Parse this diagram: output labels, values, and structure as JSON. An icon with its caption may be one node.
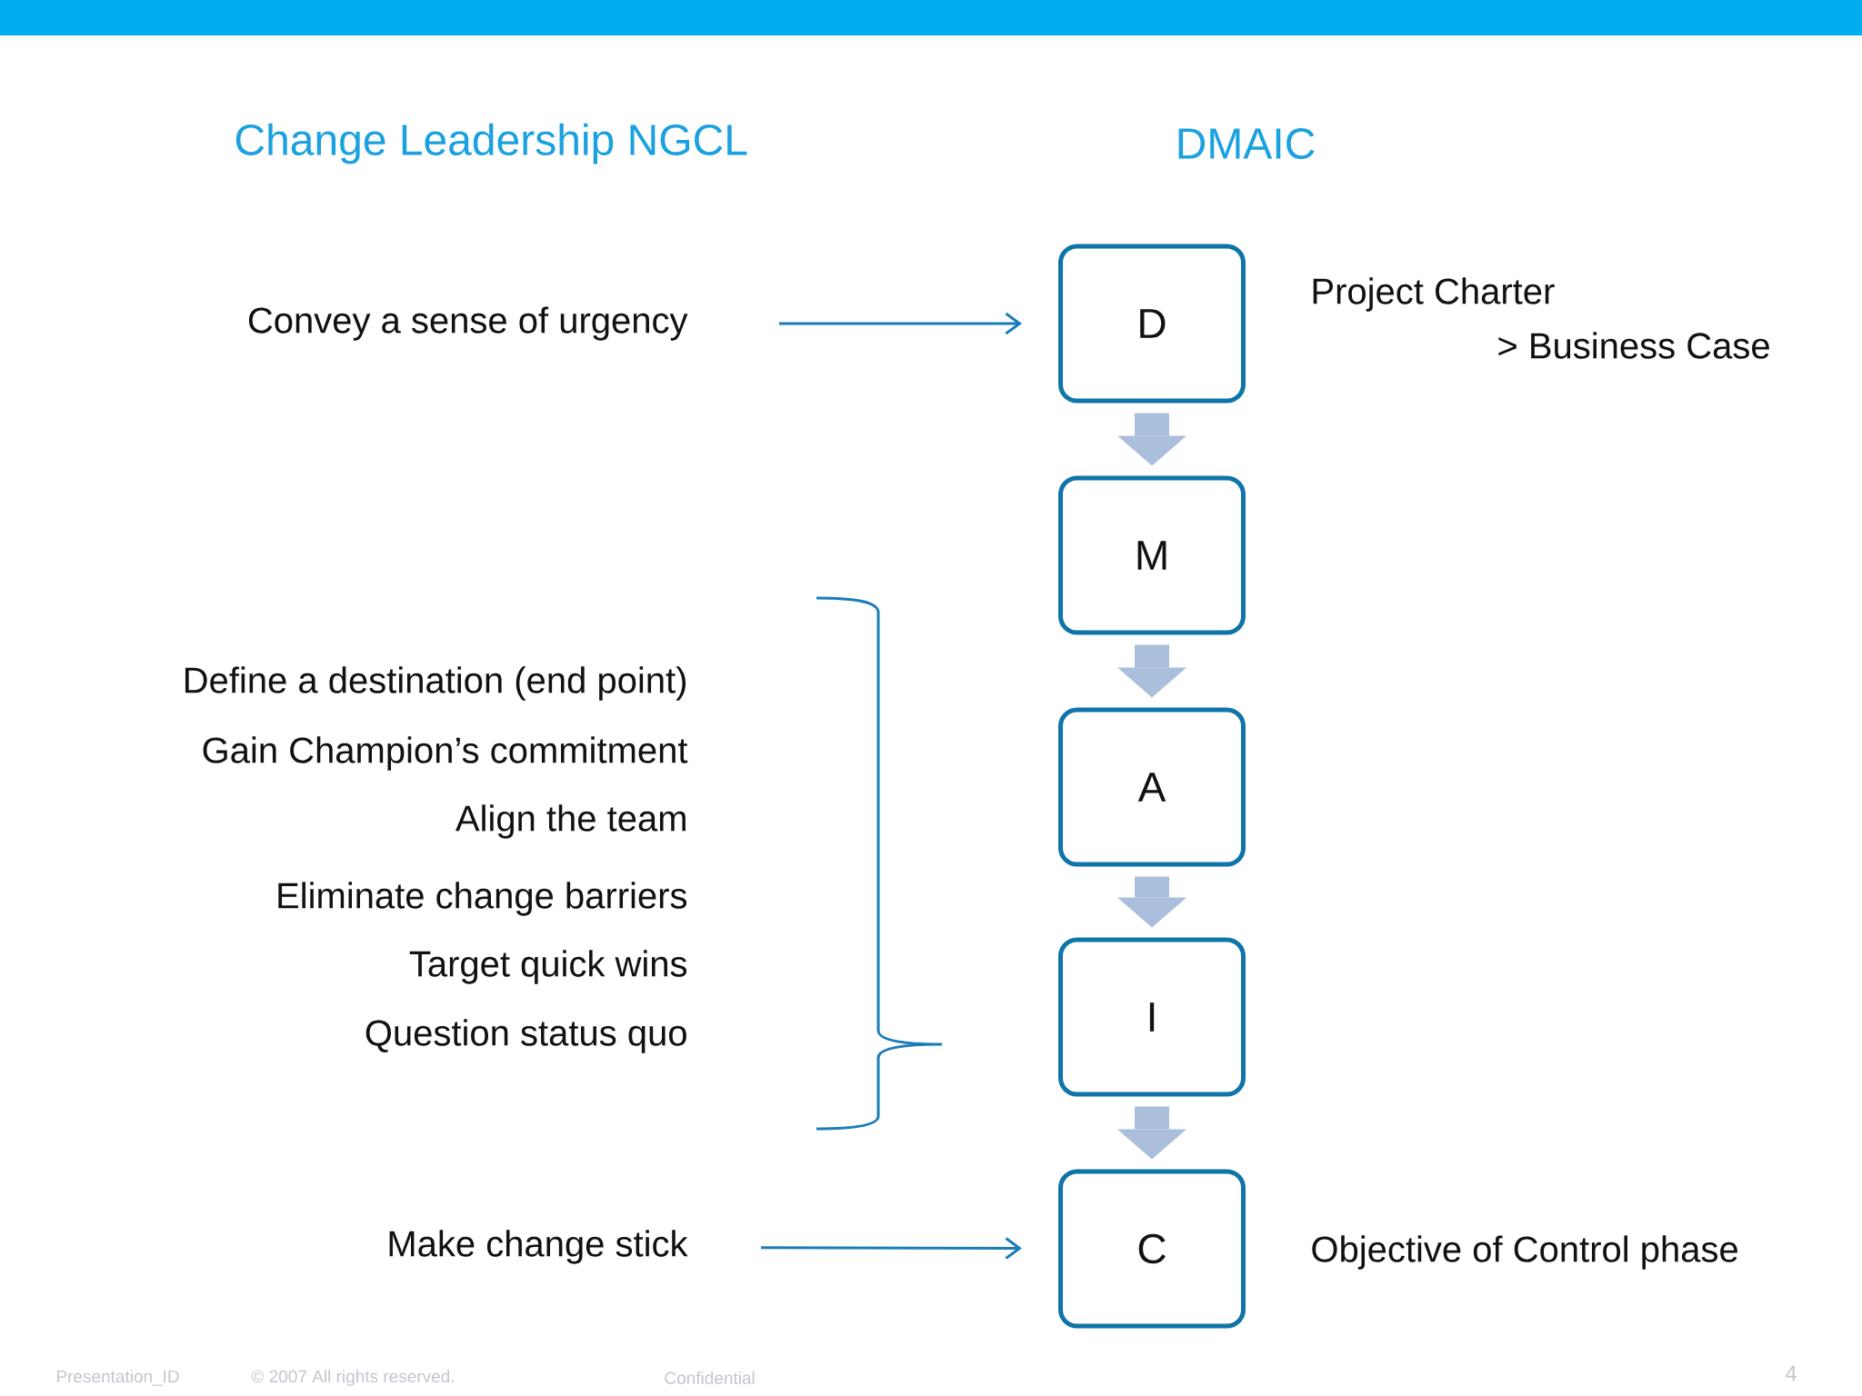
{
  "diagram": {
    "nodes": [
      {
        "text": [
          "Convey a sense of urgency"
        ]
      },
      {
        "text": [
          "D"
        ],
        "beside": [
          "Project Charter",
          "> Business Case"
        ]
      },
      {
        "text": [
          "M"
        ]
      },
      {
        "text": [
          "A"
        ]
      },
      {
        "text": [
          "I"
        ]
      },
      {
        "text": [
          "Make change stick"
        ]
      },
      {
        "text": [
          "C"
        ],
        "beside": [
          "Objective of Control phase"
        ]
      }
    ],
    "edges": [
      {
        "from": 0,
        "to": 1,
        "arrow": "to",
        "color": "#1a7db8"
      },
      {
        "from": 1,
        "to": 2,
        "arrow": "to"
      },
      {
        "from": 2,
        "to": 3,
        "arrow": "to"
      },
      {
        "from": 3,
        "to": 4,
        "arrow": "to"
      },
      {
        "from": 4,
        "to": 6,
        "arrow": "to"
      },
      {
        "from": 5,
        "to": 6,
        "arrow": "to",
        "color": "#1a7db8"
      }
    ],
    "labels": [
      "Change Leadership NGCL",
      "DMAIC",
      "Define a destination (end point)",
      "Gain Champion’s commitment",
      "Align the team",
      "Eliminate change barriers",
      "Target quick wins",
      "Question status quo",
      "Presentation_ID",
      "© 2007 All rights reserved.",
      "Confidential",
      "4"
    ]
  }
}
